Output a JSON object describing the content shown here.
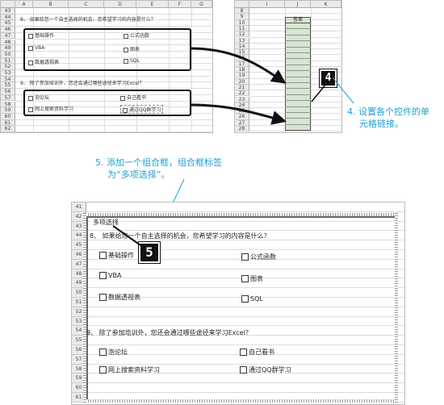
{
  "top_left": {
    "columns": [
      "A",
      "B",
      "C",
      "D",
      "E",
      "F",
      "G"
    ],
    "rows": [
      "43",
      "44",
      "45",
      "46",
      "47",
      "48",
      "49",
      "50",
      "51",
      "52",
      "53",
      "54",
      "55",
      "56",
      "57",
      "58",
      "59",
      "60",
      "61",
      "62"
    ],
    "q8": "8、 如果给您一个自主选择的机会，您希望学习的内容是什么？",
    "q9": "9、 除了参加培训外，您还会通过哪些途径来学习Excel？",
    "q8_options": [
      "基础操作",
      "公式函数",
      "VBA",
      "图表",
      "数据透视表",
      "SQL"
    ],
    "q9_options": [
      "泡论坛",
      "自己看书",
      "网上搜索资料学习",
      "通过QQ群学习"
    ]
  },
  "top_right": {
    "columns": [
      "I",
      "J",
      "K"
    ],
    "rows": [
      "8",
      "9",
      "10",
      "11",
      "12",
      "13",
      "14",
      "15",
      "16",
      "17",
      "18",
      "19",
      "20",
      "21",
      "22",
      "23",
      "24",
      "25",
      "26",
      "27",
      "28"
    ],
    "answer_header": "答案",
    "badge": "4"
  },
  "caption4": [
    "4. 设置各个控件的单",
    "元格链接。"
  ],
  "caption5": [
    "5. 添加一个组合框，组合框标签",
    "为“多项选择”。"
  ],
  "bottom": {
    "rows": [
      "41",
      "42",
      "43",
      "44",
      "45",
      "46",
      "47",
      "48",
      "49",
      "50",
      "51",
      "52",
      "53",
      "54",
      "55",
      "56",
      "57",
      "58",
      "59",
      "60",
      "61"
    ],
    "group_label": "多项选择",
    "q8": "8、 如果给您一个自主选择的机会，您希望学习的内容是什么？",
    "q9": "9、 除了参加培训外，您还会通过哪些途径来学习Excel？",
    "q8_options": [
      "基础操作",
      "公式函数",
      "VBA",
      "图表",
      "数据透视表",
      "SQL"
    ],
    "q9_options": [
      "泡论坛",
      "自己看书",
      "网上搜索资料学习",
      "通过QQ群学习"
    ],
    "badge": "5"
  }
}
